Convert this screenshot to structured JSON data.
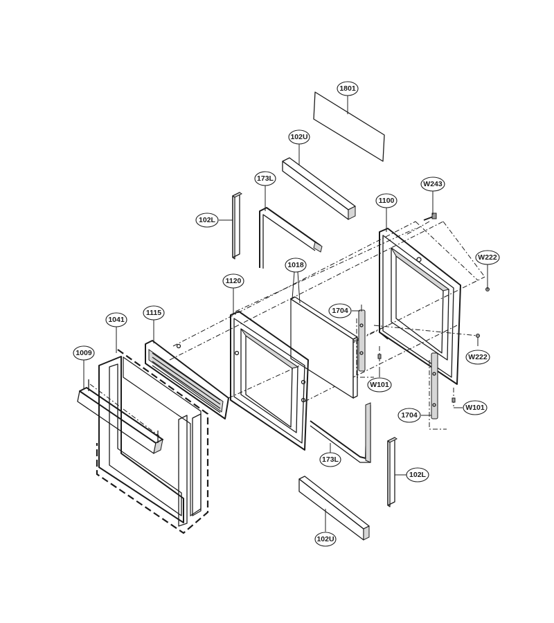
{
  "callouts": [
    {
      "id": "1801",
      "label": "1801"
    },
    {
      "id": "102U-top",
      "label": "102U"
    },
    {
      "id": "173L-top",
      "label": "173L"
    },
    {
      "id": "102L-top",
      "label": "102L"
    },
    {
      "id": "W243",
      "label": "W243"
    },
    {
      "id": "1100",
      "label": "1100"
    },
    {
      "id": "W222-right",
      "label": "W222"
    },
    {
      "id": "1018",
      "label": "1018"
    },
    {
      "id": "1120",
      "label": "1120"
    },
    {
      "id": "1704-upper",
      "label": "1704"
    },
    {
      "id": "W222-lower",
      "label": "W222"
    },
    {
      "id": "1115",
      "label": "1115"
    },
    {
      "id": "1041",
      "label": "1041"
    },
    {
      "id": "1009",
      "label": "1009"
    },
    {
      "id": "W101-left",
      "label": "W101"
    },
    {
      "id": "W101-right",
      "label": "W101"
    },
    {
      "id": "1704-lower",
      "label": "1704"
    },
    {
      "id": "173L-bottom",
      "label": "173L"
    },
    {
      "id": "102L-bottom",
      "label": "102L"
    },
    {
      "id": "102U-bottom",
      "label": "102U"
    }
  ]
}
